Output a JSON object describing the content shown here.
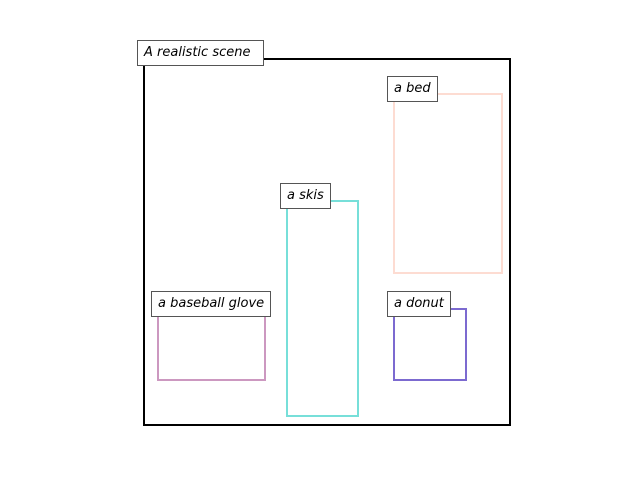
{
  "scene": {
    "title": "A realistic scene",
    "frame_color": "#000000"
  },
  "objects": [
    {
      "label": "a bed",
      "color": "#fddcd2"
    },
    {
      "label": "a skis",
      "color": "#77dfd9"
    },
    {
      "label": "a baseball glove",
      "color": "#cc98c0"
    },
    {
      "label": "a donut",
      "color": "#7c6ad0"
    }
  ]
}
